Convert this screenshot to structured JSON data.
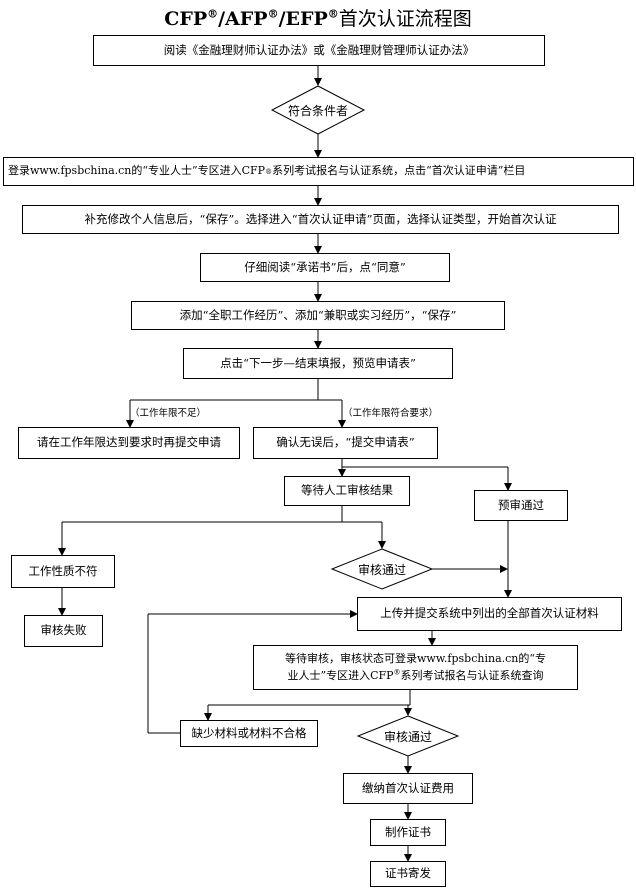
{
  "title": {
    "prefix1": "CFP",
    "sup1": "®",
    "sep1": "/AFP",
    "sup2": "®",
    "sep2": "/EFP",
    "sup3": "®",
    "suffix": "首次认证流程图"
  },
  "nodes": {
    "read_rules": "阅读《金融理财师认证办法》或《金融理财管理师认证办法》",
    "eligible": "符合条件者",
    "login_a": "登录www.fpsbchina.cn的“专业人士”专区进入CFP",
    "login_sup": "®",
    "login_b": "系列考试报名与认证系统，点击“首次认证申请”栏目",
    "fill_info": "补充修改个人信息后，“保存”。选择进入“首次认证申请”页面，选择认证类型，开始首次认证",
    "read_pledge": "仔细阅读“承诺书”后，点“同意”",
    "add_experience": "添加“全职工作经历”、添加“兼职或实习经历”，“保存”",
    "next_step": "点击“下一步—结束填报，预览申请表”",
    "apply_later": "请在工作年限达到要求时再提交申请",
    "confirm_submit": "确认无误后，“提交申请表”",
    "wait_review": "等待人工审核结果",
    "pre_approved": "预审通过",
    "not_qualified": "工作性质不符",
    "review_passed_1": "审核通过",
    "review_failed": "审核失败",
    "upload_materials": "上传并提交系统中列出的全部首次认证材料",
    "wait_status_a": "等待审核，审核状态可登录www.fpsbchina.cn的“专",
    "wait_status_b1": "业人士”专区进入CFP",
    "wait_status_sup": "®",
    "wait_status_b2": "系列考试报名与认证系统查询",
    "missing_materials": "缺少材料或材料不合格",
    "review_passed_2": "审核通过",
    "pay_fee": "缴纳首次认证费用",
    "make_cert": "制作证书",
    "mail_cert": "证书寄发"
  },
  "branch_labels": {
    "insufficient": "（工作年限不足）",
    "sufficient": "（工作年限符合要求）"
  }
}
